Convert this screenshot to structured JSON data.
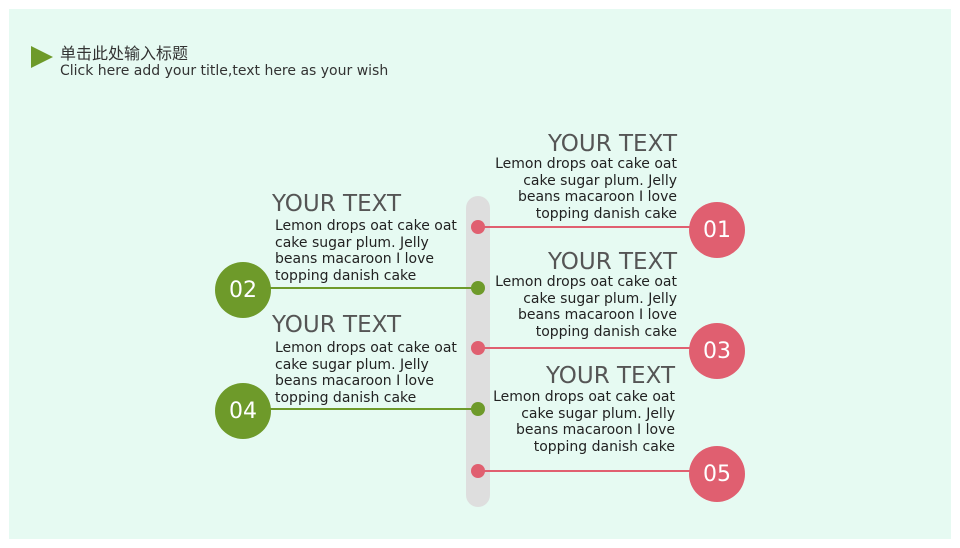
{
  "header": {
    "title": "单击此处输入标题",
    "subtitle": "Click here add your title,text here as your wish"
  },
  "colors": {
    "pink": "#e05f70",
    "green": "#6e9a2a",
    "background": "#e6faf2",
    "bar": "#dedede"
  },
  "items": [
    {
      "number": "01",
      "heading": "YOUR TEXT",
      "lines": [
        "Lemon drops oat cake oat",
        "cake sugar plum. Jelly",
        "beans macaroon I love",
        "topping danish cake"
      ]
    },
    {
      "number": "02",
      "heading": "YOUR TEXT",
      "lines": [
        "Lemon drops oat cake oat",
        "cake sugar plum. Jelly",
        "beans macaroon I love",
        "topping danish cake"
      ]
    },
    {
      "number": "03",
      "heading": "YOUR TEXT",
      "lines": [
        "Lemon drops oat cake oat",
        "cake sugar plum. Jelly",
        "beans macaroon I love",
        "topping danish cake"
      ]
    },
    {
      "number": "04",
      "heading": "YOUR TEXT",
      "lines": [
        "Lemon drops oat cake oat",
        "cake sugar plum. Jelly",
        "beans macaroon I love",
        "topping danish cake"
      ]
    },
    {
      "number": "05",
      "heading": "YOUR TEXT",
      "lines": [
        "Lemon drops oat cake oat",
        "cake sugar plum. Jelly",
        "beans macaroon I love",
        "topping danish cake"
      ]
    }
  ]
}
